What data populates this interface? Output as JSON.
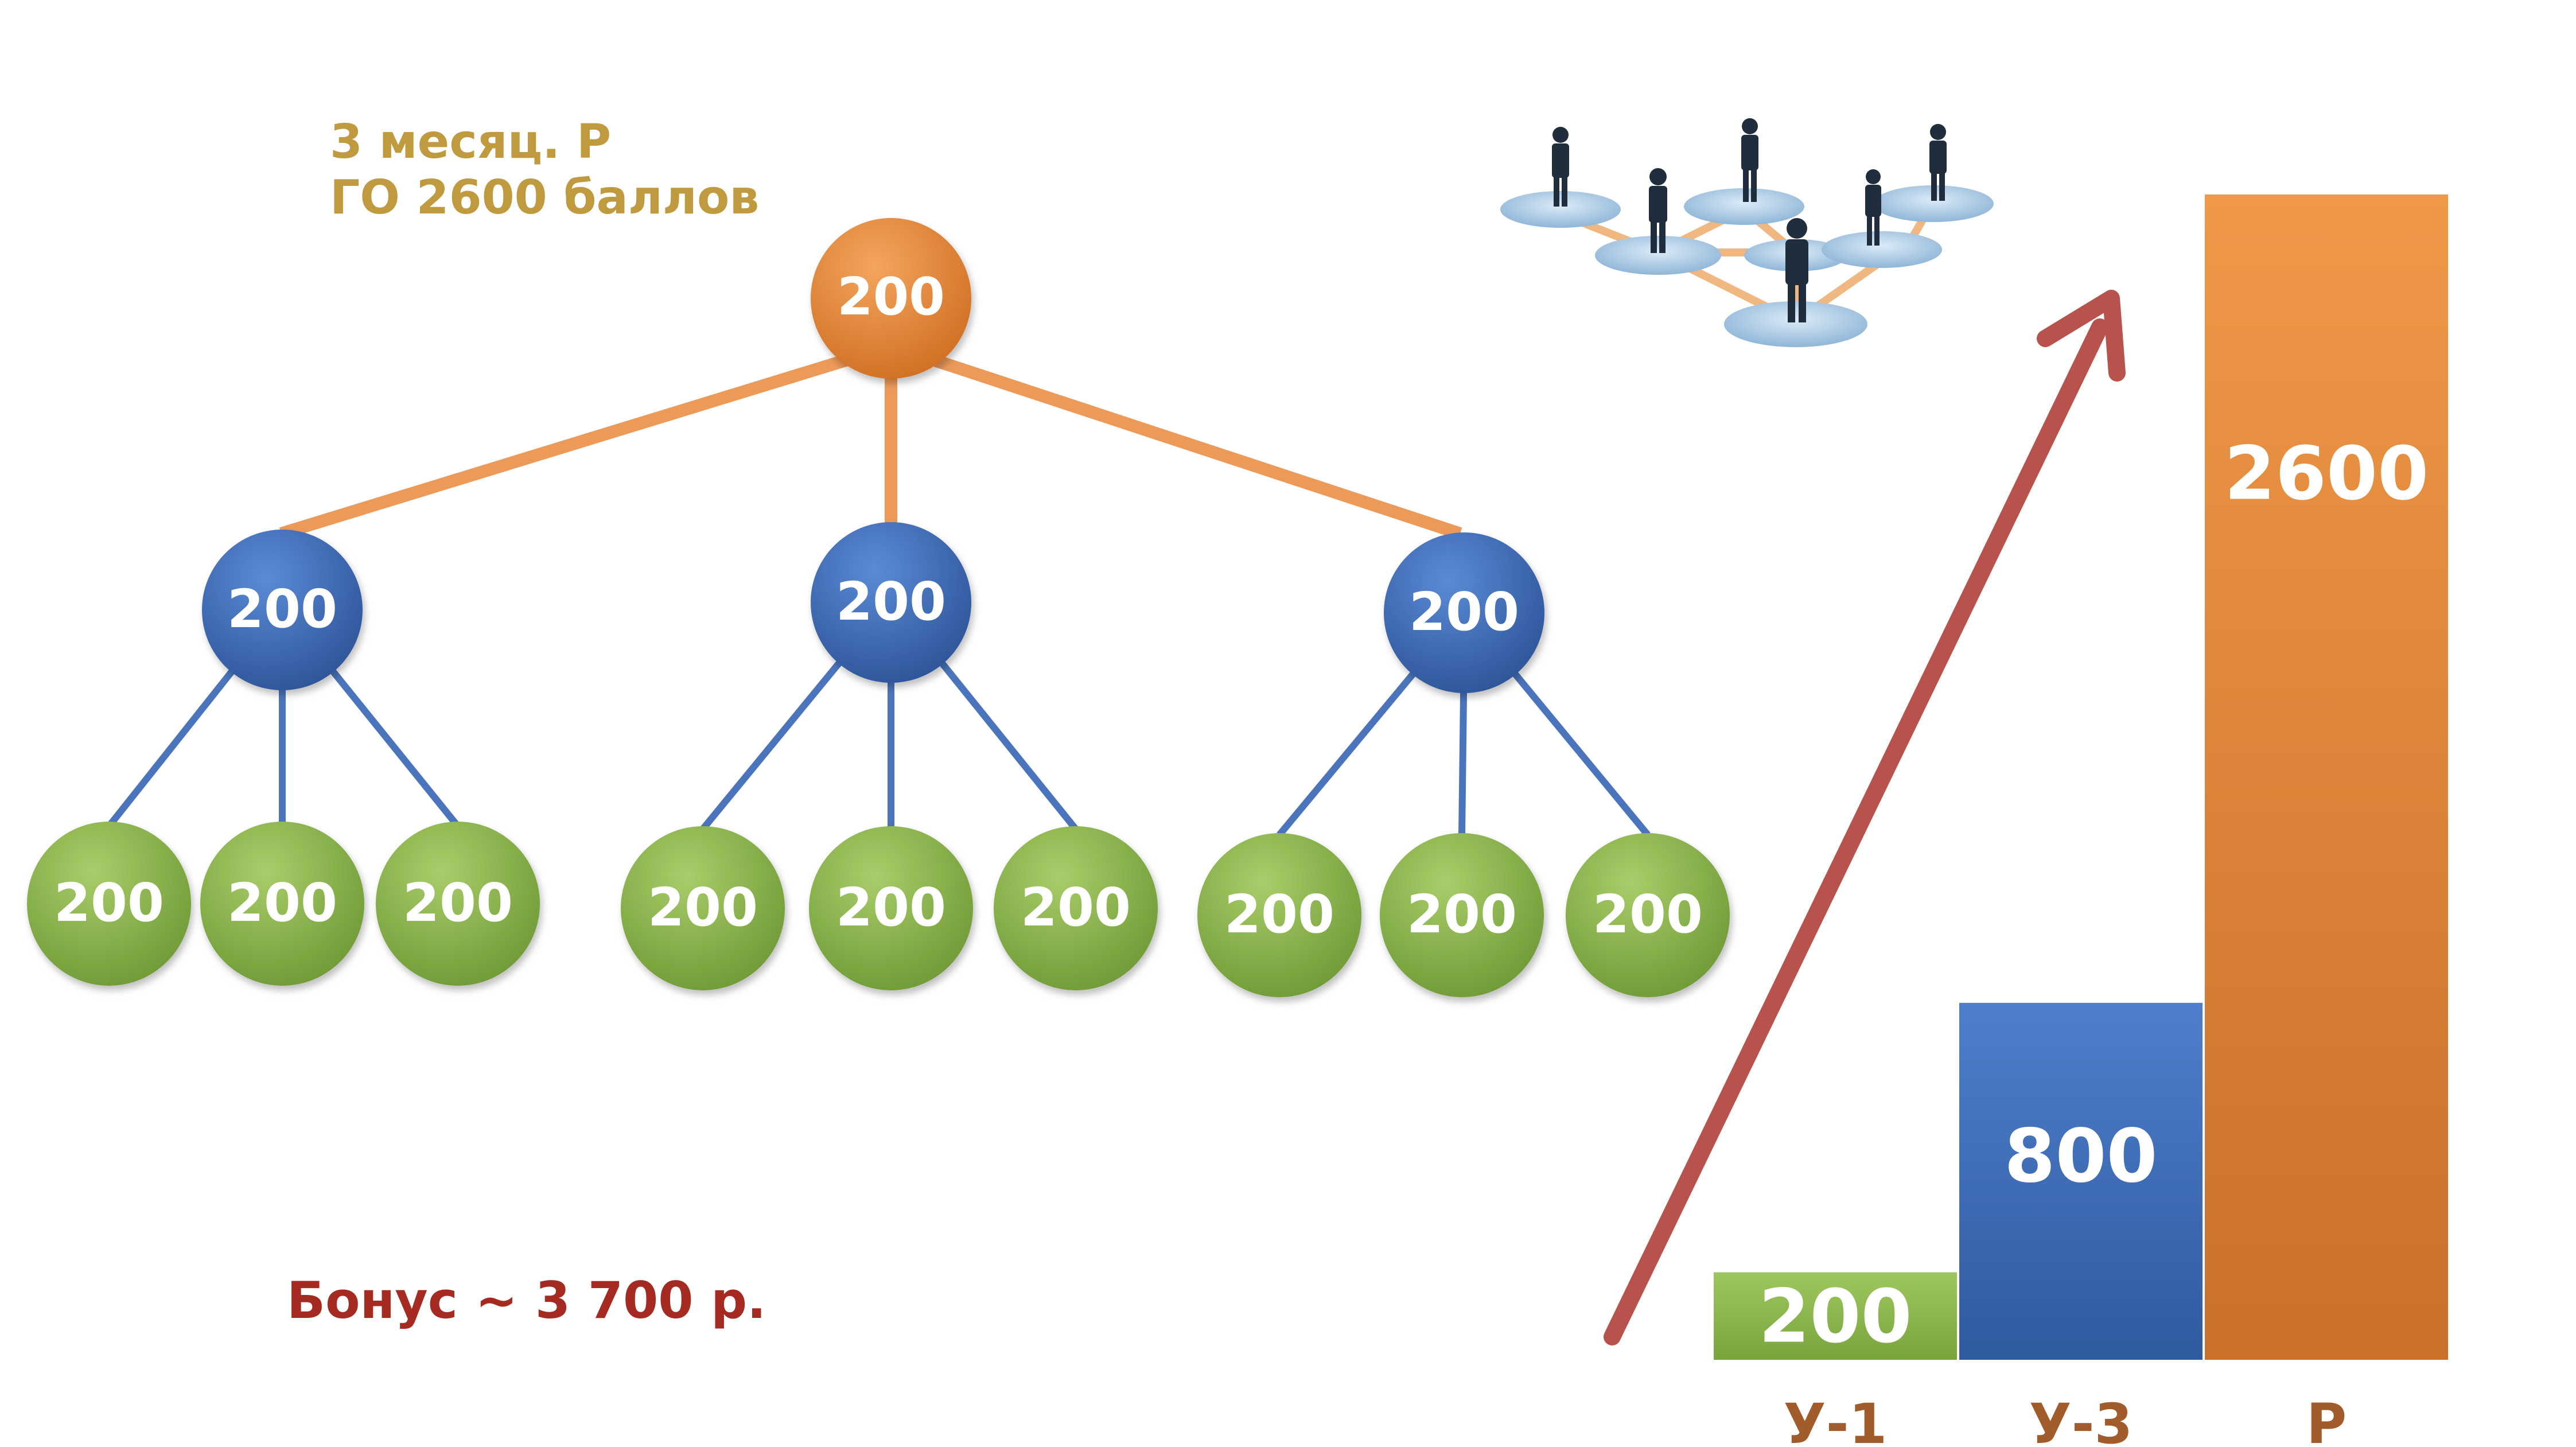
{
  "heading": {
    "line1": "3 месяц. Р",
    "line2": "ГО 2600 баллов"
  },
  "bonus": "Бонус ~ 3 700 р.",
  "colors": {
    "orange": "#e58a3b",
    "blue": "#3f6fb8",
    "green": "#8db64c",
    "arrow": "#b8524c",
    "heading": "#c09a3e",
    "bonus": "#a52a22",
    "category": "#a25b2a"
  },
  "icons": [
    "business-people-network-icon"
  ],
  "tree": {
    "root": "200",
    "level2": [
      "200",
      "200",
      "200"
    ],
    "level3": [
      [
        "200",
        "200",
        "200"
      ],
      [
        "200",
        "200",
        "200"
      ],
      [
        "200",
        "200",
        "200"
      ]
    ]
  },
  "chart_data": {
    "type": "bar",
    "categories": [
      "У-1",
      "У-3",
      "Р"
    ],
    "values": [
      200,
      800,
      2600
    ],
    "value_labels": [
      "200",
      "800",
      "2600"
    ],
    "bar_colors": [
      "#8db64c",
      "#3f6fb8",
      "#e58a3b"
    ],
    "ylim": [
      0,
      2600
    ],
    "grid": false,
    "legend": "none",
    "title": "",
    "xlabel": "",
    "ylabel": ""
  }
}
